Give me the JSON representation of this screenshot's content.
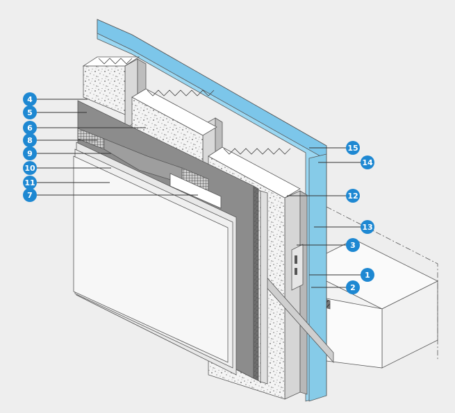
{
  "colors": {
    "background": "#eeeeee",
    "callout": "#1e88d2",
    "callout_text": "#ffffff",
    "leader_line": "#333333",
    "insulation_fill": "#f2f2f2",
    "vapor_membrane": "#9ad7f2",
    "base_coat": "#8c8c8c",
    "finish_panel": "#f7f7f7",
    "concrete_slab": "#fafafa"
  },
  "callouts": [
    {
      "number": "1"
    },
    {
      "number": "2"
    },
    {
      "number": "3"
    },
    {
      "number": "4"
    },
    {
      "number": "5"
    },
    {
      "number": "6"
    },
    {
      "number": "7"
    },
    {
      "number": "8"
    },
    {
      "number": "9"
    },
    {
      "number": "10"
    },
    {
      "number": "11"
    },
    {
      "number": "12"
    },
    {
      "number": "13"
    },
    {
      "number": "14"
    },
    {
      "number": "15"
    }
  ]
}
